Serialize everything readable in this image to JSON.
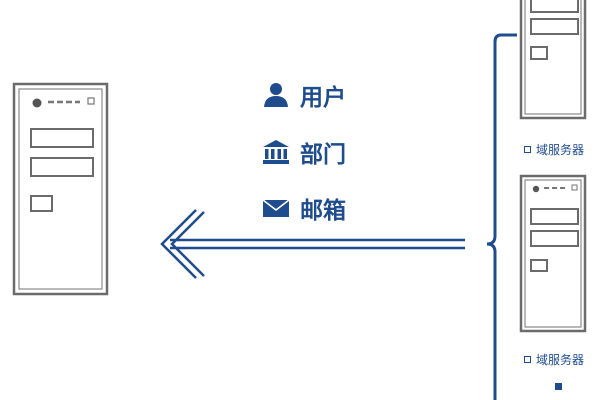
{
  "labels": {
    "user": "用户",
    "department": "部门",
    "mail": "邮箱"
  },
  "servers": {
    "caption_1": "域服务器",
    "caption_2": "域服务器"
  },
  "icons": {
    "user": "user-icon",
    "department": "building-icon",
    "mail": "envelope-icon"
  },
  "colors": {
    "accent": "#1f4c8c",
    "server_outline": "#6b6b6b"
  }
}
